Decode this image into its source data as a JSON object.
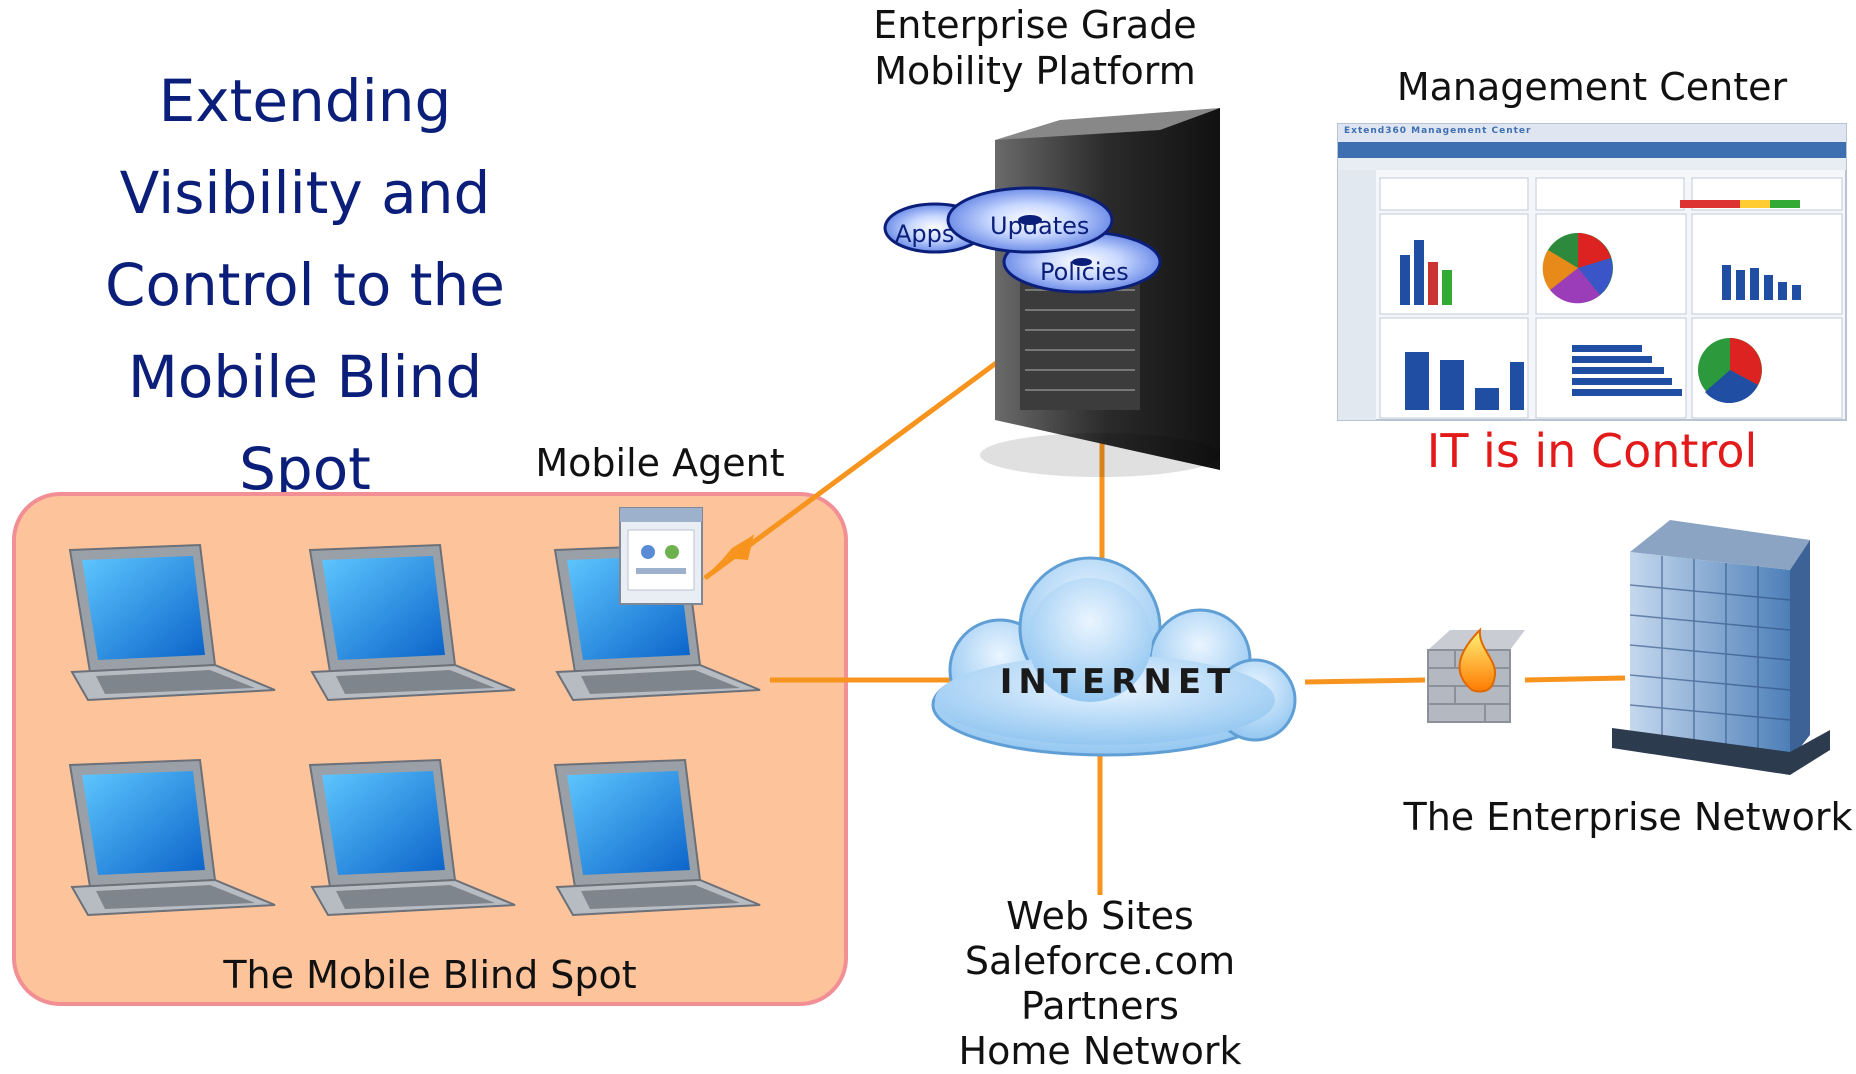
{
  "title": "Extending Visibility and Control to the Mobile Blind Spot",
  "server": {
    "line1": "Enterprise Grade",
    "line2": "Mobility Platform",
    "discs": [
      "Apps",
      "Updates",
      "Policies"
    ]
  },
  "management": {
    "title": "Management Center",
    "status": "IT is in Control",
    "dashboard_header": "Extend360 Management Center"
  },
  "mobile_agent": "Mobile Agent",
  "blind_spot": {
    "label": "The Mobile Blind Spot",
    "laptop_count": 6
  },
  "internet": "INTERNET",
  "enterprise": "The Enterprise Network",
  "destinations": [
    "Web Sites",
    "Saleforce.com",
    "Partners",
    "Home Network"
  ],
  "colors": {
    "title": "#0b1f7a",
    "status": "#e31a1a",
    "connector": "#f7941d",
    "blind_spot_fill": "#fdc39a",
    "blind_spot_border": "#f28f95"
  }
}
